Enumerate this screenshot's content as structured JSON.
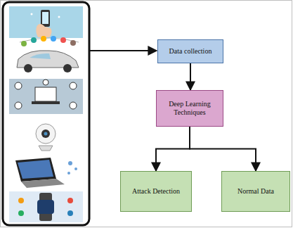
{
  "diagram": {
    "nodes": [
      {
        "text": [
          "Data collection"
        ]
      },
      {
        "text": [
          "Deep Learning Techniques"
        ]
      },
      {
        "text": [
          "Attack Detection"
        ]
      },
      {
        "text": [
          "Normal Data"
        ]
      }
    ],
    "edges": [
      {
        "from": 0,
        "to": 1,
        "arrow": "to"
      },
      {
        "from": 1,
        "to": 2,
        "arrow": "to"
      },
      {
        "from": 1,
        "to": 3,
        "arrow": "to"
      }
    ]
  }
}
